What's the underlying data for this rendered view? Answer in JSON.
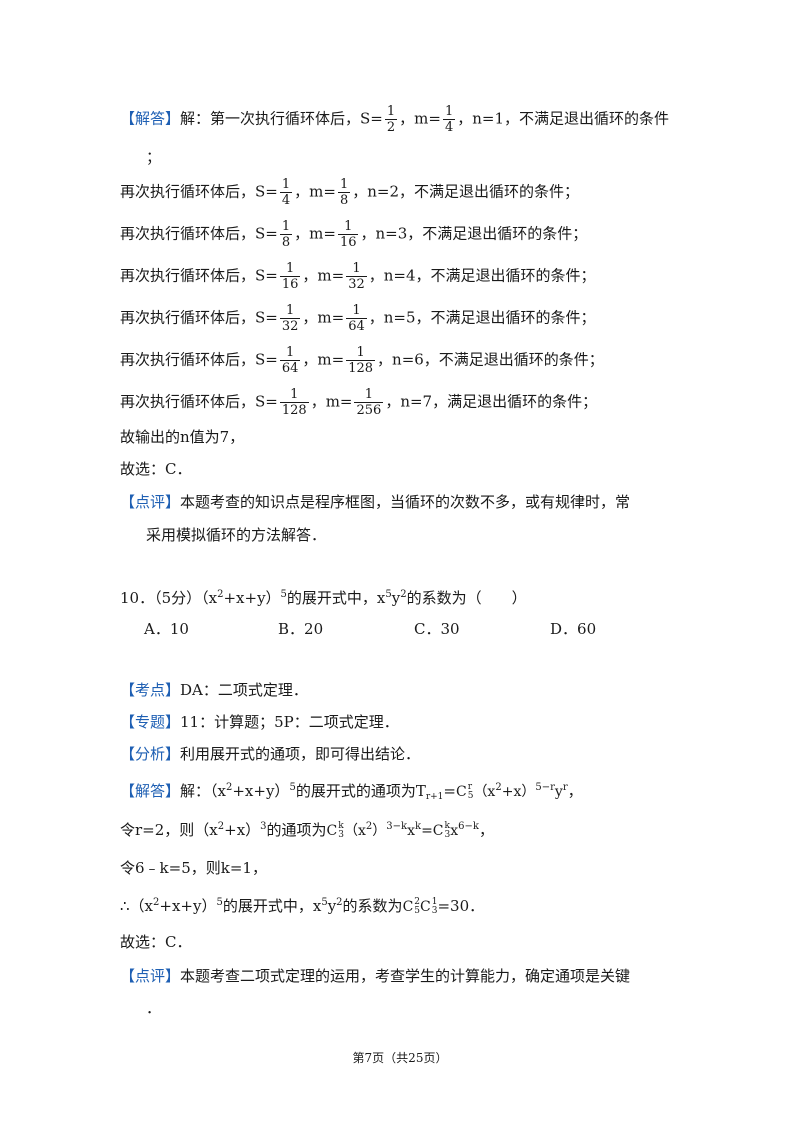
{
  "solution1": {
    "tag": "【解答】",
    "intro": "解：第一次执行循环体后，S=",
    "m": "，m=",
    "n1": "，n=1，不满足退出循环的条件",
    "cont": "；",
    "f_s1": [
      "1",
      "2"
    ],
    "f_m1": [
      "1",
      "4"
    ],
    "repeat_prefix": "再次执行循环体后，S=",
    "rows": [
      {
        "s": [
          "1",
          "4"
        ],
        "m": [
          "1",
          "8"
        ],
        "tail": "，n=2，不满足退出循环的条件；"
      },
      {
        "s": [
          "1",
          "8"
        ],
        "m": [
          "1",
          "16"
        ],
        "tail": "，n=3，不满足退出循环的条件；"
      },
      {
        "s": [
          "1",
          "16"
        ],
        "m": [
          "1",
          "32"
        ],
        "tail": "，n=4，不满足退出循环的条件；"
      },
      {
        "s": [
          "1",
          "32"
        ],
        "m": [
          "1",
          "64"
        ],
        "tail": "，n=5，不满足退出循环的条件；"
      },
      {
        "s": [
          "1",
          "64"
        ],
        "m": [
          "1",
          "128"
        ],
        "tail": "，n=6，不满足退出循环的条件；"
      },
      {
        "s": [
          "1",
          "128"
        ],
        "m": [
          "1",
          "256"
        ],
        "tail": "，n=7，满足退出循环的条件；"
      }
    ],
    "output": "故输出的n值为7，",
    "choice": "故选：C．"
  },
  "comment1": {
    "tag": "【点评】",
    "line1": "本题考查的知识点是程序框图，当循环的次数不多，或有规律时，常",
    "line2": "采用模拟循环的方法解答．"
  },
  "q10": {
    "num": "10．（5分）（x",
    "p1": "2",
    "mid1": "+x+y）",
    "p2": "5",
    "mid2": "的展开式中，x",
    "p3": "5",
    "mid3": "y",
    "p4": "2",
    "end": "的系数为（　　）",
    "options": [
      "A．10",
      "B．20",
      "C．30",
      "D．60"
    ]
  },
  "kaodian": {
    "tag": "【考点】",
    "text": "DA：二项式定理．"
  },
  "zhuanti": {
    "tag": "【专题】",
    "text": "11：计算题；5P：二项式定理．"
  },
  "fenxi": {
    "tag": "【分析】",
    "text": "利用展开式的通项，即可得出结论．"
  },
  "solution2": {
    "tag": "【解答】",
    "l1a": "解：（x",
    "l1b": "+x+y）",
    "l1c": "的展开式的通项为T",
    "l1sub": "r+1",
    "l1d": "=",
    "l2a": "令r=2，则（x",
    "l2b": "+x）",
    "l2c": "的通项为",
    "l3": "令6﹣k=5，则k=1，",
    "l4a": "∴（x",
    "l4b": "+x+y）",
    "l4c": "的展开式中，x",
    "l4d": "y",
    "l4e": "的系数为",
    "l4f": "=30．",
    "choice": "故选：C．"
  },
  "comment2": {
    "tag": "【点评】",
    "line1": "本题考查二项式定理的运用，考查学生的计算能力，确定通项是关键",
    "line2": "．"
  },
  "footer": "第7页（共25页）"
}
